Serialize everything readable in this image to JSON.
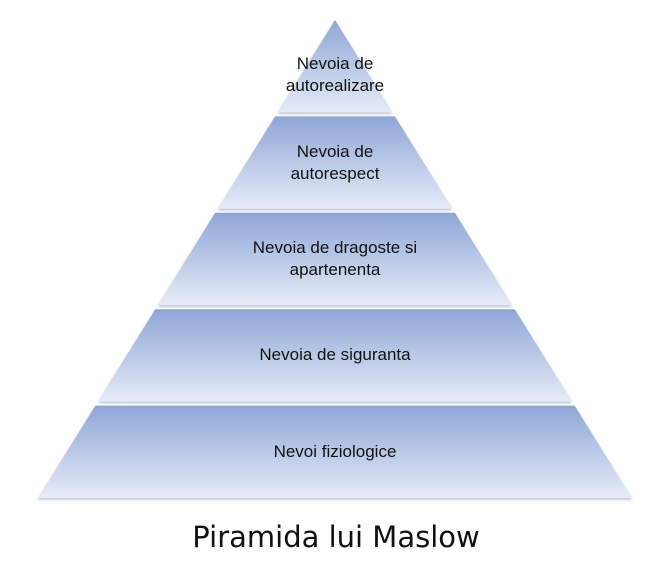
{
  "diagram": {
    "type": "pyramid",
    "levels": [
      {
        "label": "Nevoia de\nautorealizare"
      },
      {
        "label": "Nevoia de\nautorespect"
      },
      {
        "label": "Nevoia de dragoste si\napartenenta"
      },
      {
        "label": "Nevoia de siguranta"
      },
      {
        "label": "Nevoi fiziologice"
      }
    ],
    "fill_top": "#8fa6d6",
    "fill_bottom": "#e6ecf8",
    "edge_shadow": "#9aa3b2"
  },
  "caption": "Piramida lui Maslow"
}
